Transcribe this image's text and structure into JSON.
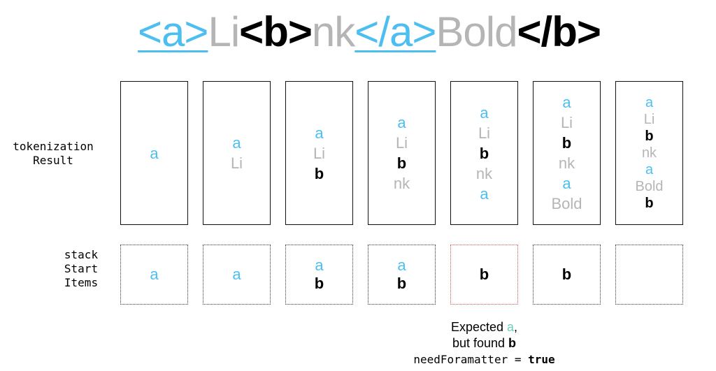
{
  "headline": {
    "tokens": [
      {
        "text": "<a>",
        "kind": "a"
      },
      {
        "text": "Li",
        "kind": "text"
      },
      {
        "text": "<b>",
        "kind": "b"
      },
      {
        "text": "nk",
        "kind": "text"
      },
      {
        "text": "</a>",
        "kind": "a"
      },
      {
        "text": "Bold",
        "kind": "text"
      },
      {
        "text": "</b>",
        "kind": "b"
      }
    ]
  },
  "labels": {
    "result": "tokenization\nResult",
    "stack": "stack\nStart\nItems"
  },
  "colors": {
    "tag_a": "#4dbef0",
    "text": "#b5b5b5",
    "tag_b": "#000000",
    "error_border": "#d9534f"
  },
  "steps": [
    {
      "result": [
        {
          "text": "a",
          "kind": "a"
        }
      ],
      "stack": [
        {
          "text": "a",
          "kind": "a"
        }
      ],
      "error": false
    },
    {
      "result": [
        {
          "text": "a",
          "kind": "a"
        },
        {
          "text": "Li",
          "kind": "text"
        }
      ],
      "stack": [
        {
          "text": "a",
          "kind": "a"
        }
      ],
      "error": false
    },
    {
      "result": [
        {
          "text": "a",
          "kind": "a"
        },
        {
          "text": "Li",
          "kind": "text"
        },
        {
          "text": "b",
          "kind": "b"
        }
      ],
      "stack": [
        {
          "text": "a",
          "kind": "a"
        },
        {
          "text": "b",
          "kind": "b"
        }
      ],
      "error": false
    },
    {
      "result": [
        {
          "text": "a",
          "kind": "a"
        },
        {
          "text": "Li",
          "kind": "text"
        },
        {
          "text": "b",
          "kind": "b"
        },
        {
          "text": "nk",
          "kind": "text"
        }
      ],
      "stack": [
        {
          "text": "a",
          "kind": "a"
        },
        {
          "text": "b",
          "kind": "b"
        }
      ],
      "error": false
    },
    {
      "result": [
        {
          "text": "a",
          "kind": "a"
        },
        {
          "text": "Li",
          "kind": "text"
        },
        {
          "text": "b",
          "kind": "b"
        },
        {
          "text": "nk",
          "kind": "text"
        },
        {
          "text": "a",
          "kind": "a"
        }
      ],
      "stack": [
        {
          "text": "b",
          "kind": "b"
        }
      ],
      "error": true
    },
    {
      "result": [
        {
          "text": "a",
          "kind": "a"
        },
        {
          "text": "Li",
          "kind": "text"
        },
        {
          "text": "b",
          "kind": "b"
        },
        {
          "text": "nk",
          "kind": "text"
        },
        {
          "text": "a",
          "kind": "a"
        },
        {
          "text": "Bold",
          "kind": "text"
        }
      ],
      "stack": [
        {
          "text": "b",
          "kind": "b"
        }
      ],
      "error": false
    },
    {
      "result": [
        {
          "text": "a",
          "kind": "a"
        },
        {
          "text": "Li",
          "kind": "text"
        },
        {
          "text": "b",
          "kind": "b"
        },
        {
          "text": "nk",
          "kind": "text"
        },
        {
          "text": "a",
          "kind": "a"
        },
        {
          "text": "Bold",
          "kind": "text"
        },
        {
          "text": "b",
          "kind": "b"
        }
      ],
      "stack": [],
      "error": false
    }
  ],
  "note": {
    "line1_prefix": "Expected ",
    "line1_tag": "a",
    "line1_suffix": ",",
    "line2_prefix": "but found ",
    "line2_tag": "b",
    "line3_code": "needForamatter = ",
    "line3_value": "true"
  }
}
